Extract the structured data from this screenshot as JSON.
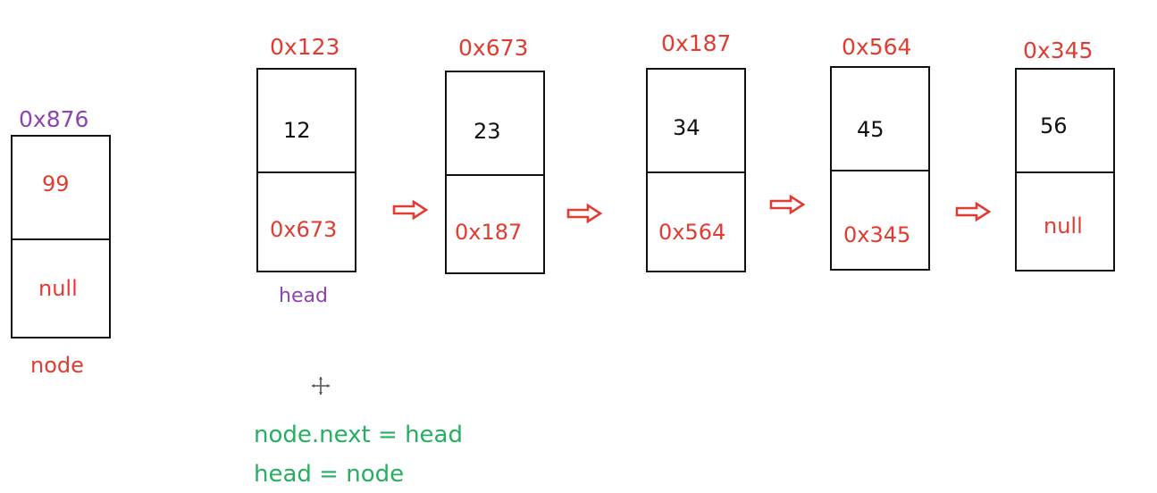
{
  "new_node": {
    "address": "0x876",
    "value": "99",
    "next": "null",
    "label": "node"
  },
  "nodes": [
    {
      "address": "0x123",
      "value": "12",
      "next": "0x673"
    },
    {
      "address": "0x673",
      "value": "23",
      "next": "0x187"
    },
    {
      "address": "0x187",
      "value": "34",
      "next": "0x564"
    },
    {
      "address": "0x564",
      "value": "45",
      "next": "0x345"
    },
    {
      "address": "0x345",
      "value": "56",
      "next": "null"
    }
  ],
  "head_label": "head",
  "code": {
    "line1": "node.next = head",
    "line2": "head = node"
  },
  "icons": {
    "arrow": "hollow-right-arrow-icon",
    "cursor": "crosshair-move-cursor-icon"
  },
  "colors": {
    "address": "#e03c31",
    "address_new": "#8e44ad",
    "code": "#27ae60",
    "value": "#111111"
  }
}
